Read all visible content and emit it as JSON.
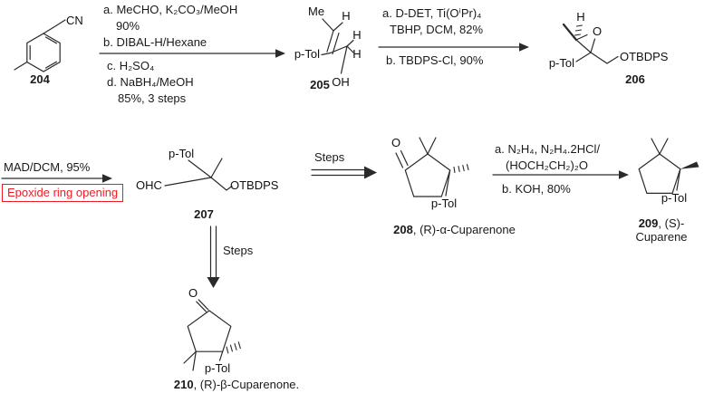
{
  "reactions": {
    "r1": {
      "above": [
        "a. MeCHO, K₂CO₃/MeOH",
        "90%",
        "b. DIBAL-H/Hexane"
      ],
      "below": [
        "c. H₂SO₄",
        "d. NaBH₄/MeOH",
        "85%, 3 steps"
      ]
    },
    "r2": {
      "above": [
        "a. D-DET, Ti(OⁱPr)₄",
        "TBHP, DCM, 82%"
      ],
      "below": [
        "b. TBDPS-Cl, 90%"
      ]
    },
    "r3": {
      "above": "MAD/DCM, 95%",
      "note": "Epoxide ring opening"
    },
    "r4": {
      "label": "Steps"
    },
    "r5": {
      "above": [
        "a. N₂H₄, N₂H₄.2HCl/",
        "(HOCH₂CH₂)₂O"
      ],
      "below": [
        "b. KOH, 80%"
      ]
    },
    "r6": {
      "label": "Steps"
    }
  },
  "compounds": {
    "c204": {
      "number": "204",
      "atoms": {
        "cn": "CN"
      }
    },
    "c205": {
      "number": "205",
      "atoms": {
        "me": "Me",
        "h_vinyl": "H",
        "h_ch2_top": "H",
        "h_ch2_bottom": "H",
        "ptol": "p-Tol",
        "oh": "OH"
      }
    },
    "c206": {
      "number": "206",
      "atoms": {
        "h": "H",
        "o": "O",
        "ptol": "p-Tol",
        "otbdps": "OTBDPS"
      }
    },
    "c207": {
      "number": "207",
      "atoms": {
        "ptol": "p-Tol",
        "ohc": "OHC",
        "otbdps": "OTBDPS"
      }
    },
    "c208": {
      "number": "208",
      "name": ", (R)-α-Cuparenone",
      "atoms": {
        "o": "O",
        "ptol": "p-Tol"
      }
    },
    "c209": {
      "number": "209",
      "name": ", (S)-Cuparene",
      "atoms": {
        "ptol": "p-Tol"
      }
    },
    "c210": {
      "number": "210",
      "name": ", (R)-β-Cuparenone.",
      "atoms": {
        "o": "O",
        "ptol": "p-Tol"
      }
    }
  },
  "colors": {
    "accent_red": "#ed1c24"
  }
}
